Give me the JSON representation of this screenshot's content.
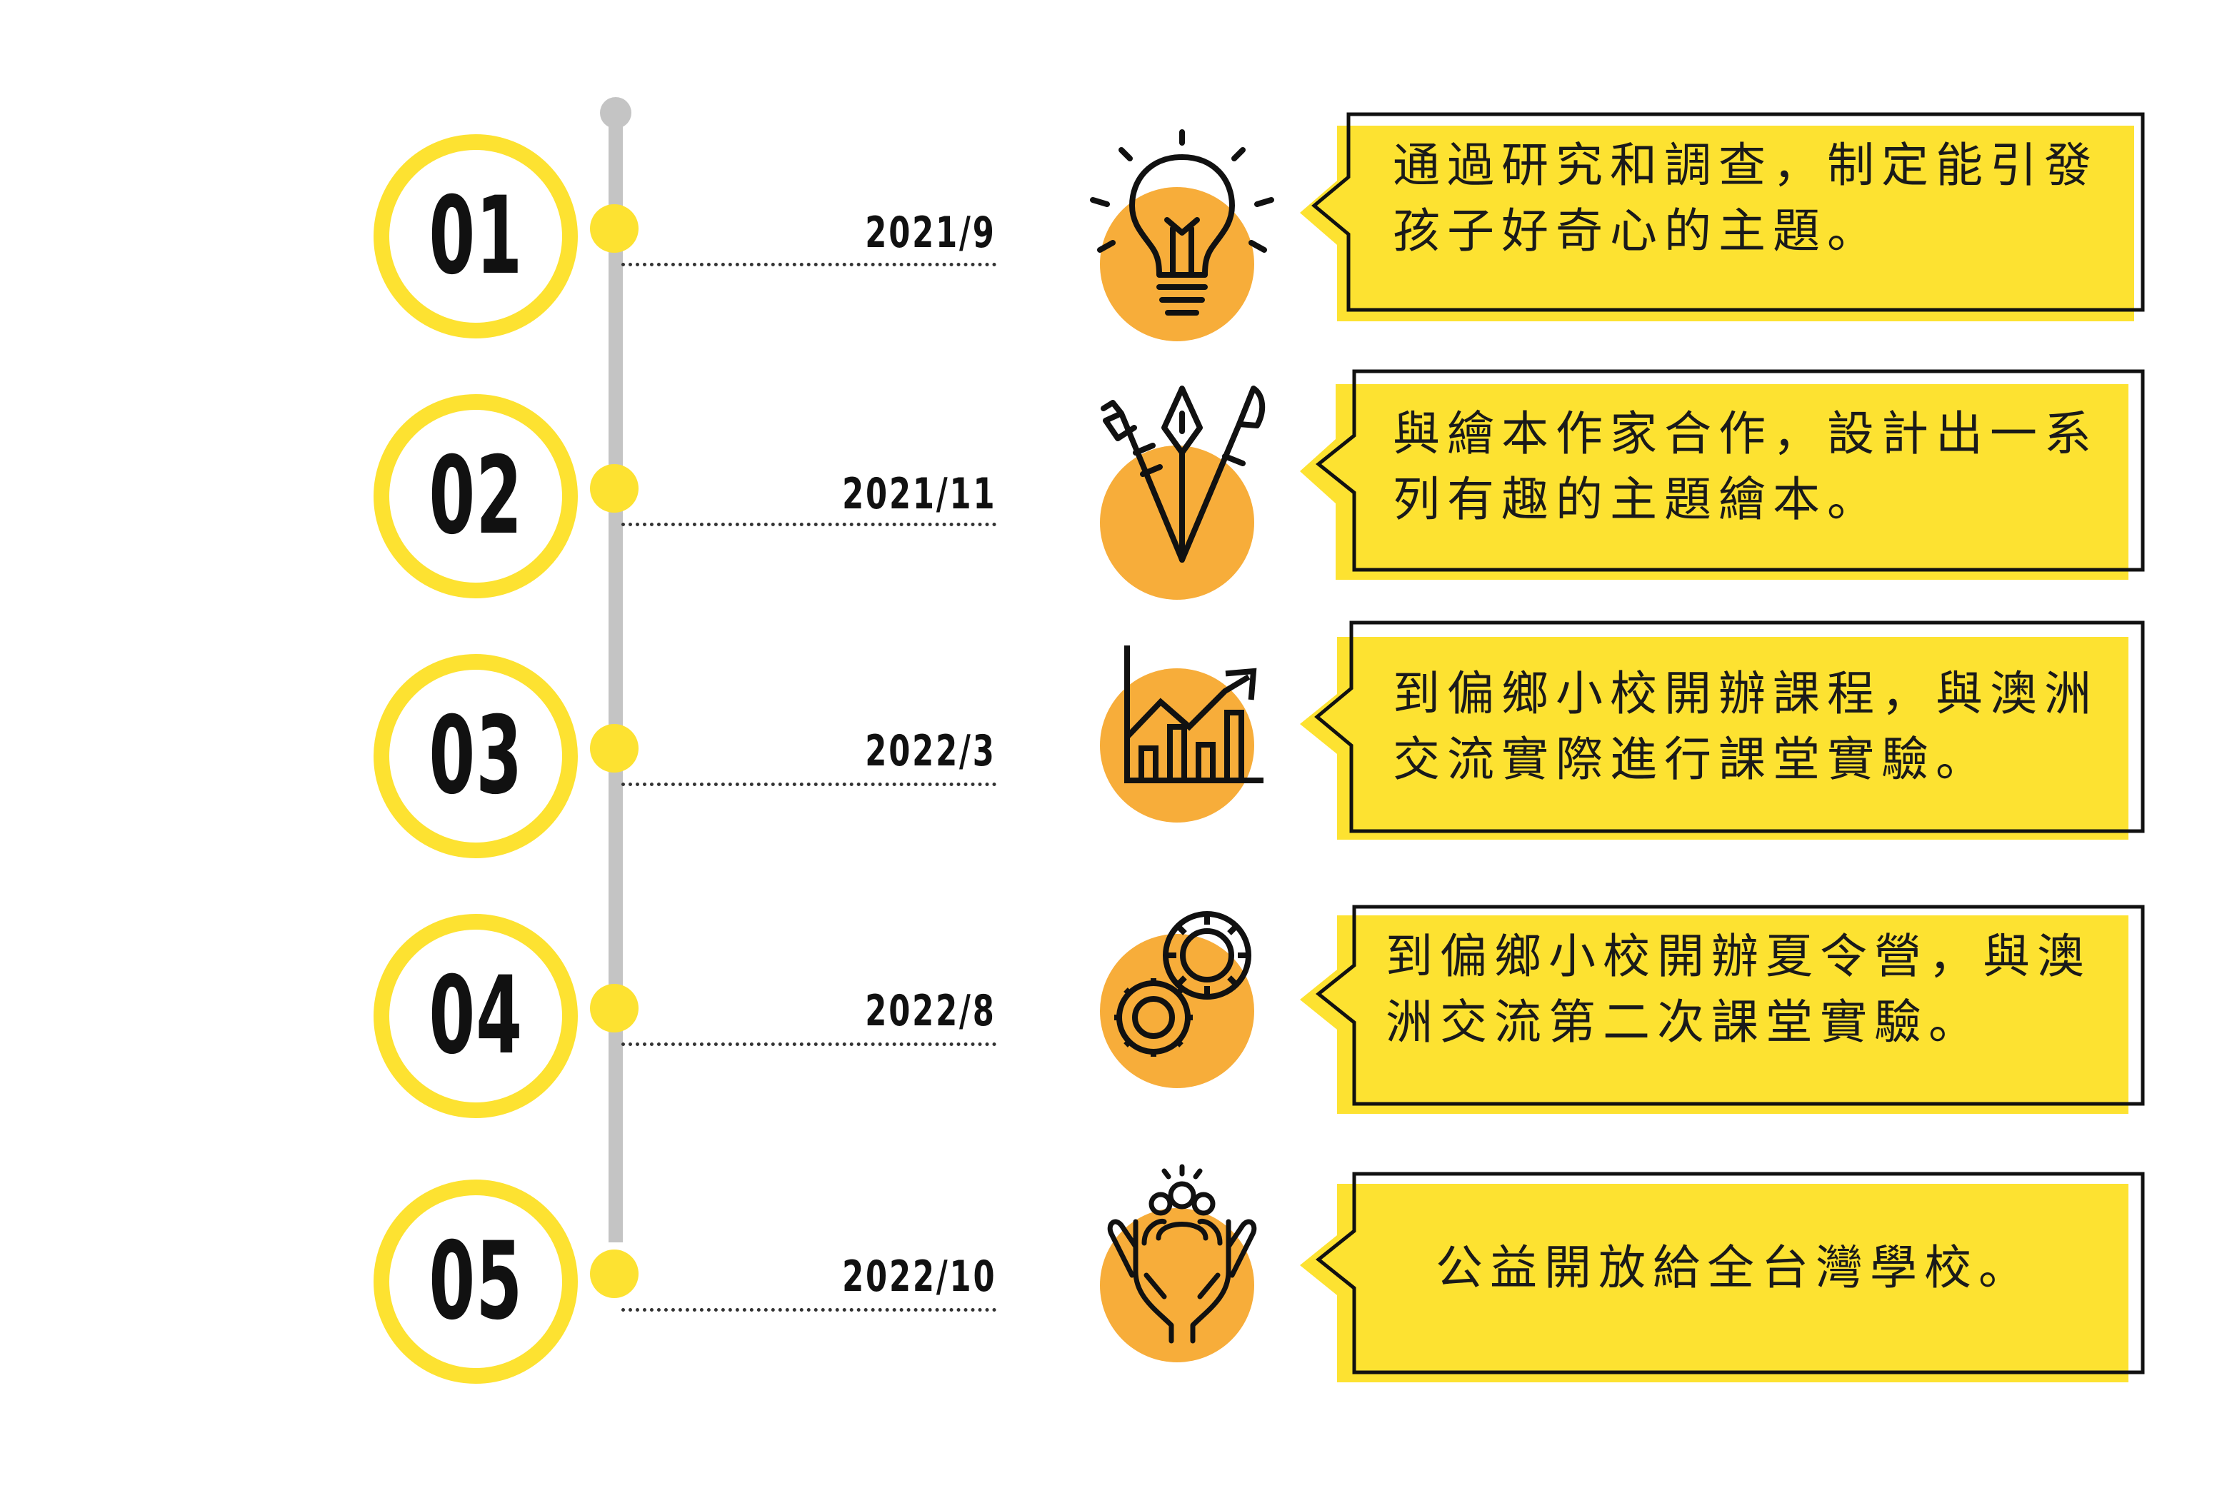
{
  "colors": {
    "accent_yellow": "#fde231",
    "icon_orange": "#f7ad3a",
    "track_gray": "#c4c4c4",
    "text_dark": "#111111"
  },
  "steps": [
    {
      "number": "01",
      "date": "2021/9",
      "icon": "lightbulb-icon",
      "text": "通過研究和調查，制定能引發孩子好奇心的主題。"
    },
    {
      "number": "02",
      "date": "2021/11",
      "icon": "design-tools-icon",
      "text": "與繪本作家合作，設計出一系列有趣的主題繪本。"
    },
    {
      "number": "03",
      "date": "2022/3",
      "icon": "growth-chart-icon",
      "text": "到偏鄉小校開辦課程，與澳洲交流實際進行課堂實驗。"
    },
    {
      "number": "04",
      "date": "2022/8",
      "icon": "gears-icon",
      "text": "到偏鄉小校開辦夏令營，與澳洲交流第二次課堂實驗。"
    },
    {
      "number": "05",
      "date": "2022/10",
      "icon": "hands-community-icon",
      "text": "公益開放給全台灣學校。"
    }
  ]
}
